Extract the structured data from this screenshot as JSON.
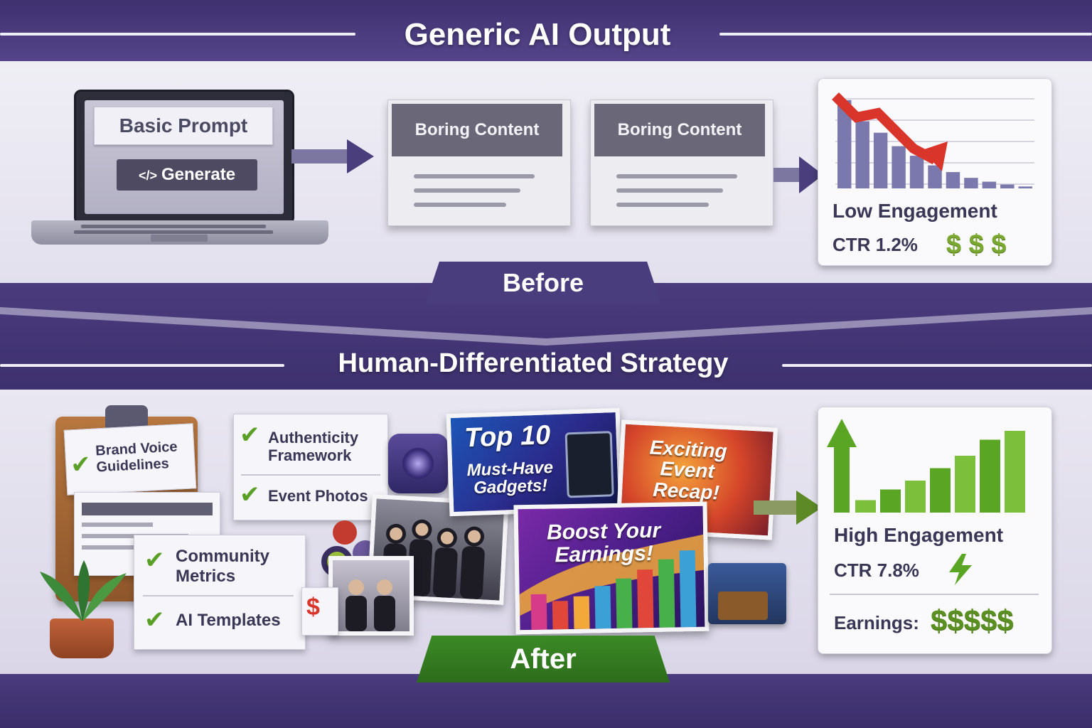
{
  "before": {
    "title": "Generic AI Output",
    "prompt_label": "Basic Prompt",
    "generate_icon": "</>",
    "generate_label": "Generate",
    "cards": [
      "Boring Content",
      "Boring Content"
    ],
    "stat_title": "Low Engagement",
    "ctr": "CTR 1.2%",
    "money": "$ $ $",
    "badge": "Before",
    "chart_data": {
      "type": "bar",
      "values": [
        92,
        70,
        58,
        44,
        34,
        24,
        17,
        11,
        7,
        4,
        2
      ],
      "trend": "down"
    }
  },
  "after": {
    "title": "Human-Differentiated Strategy",
    "checklist_left": {
      "item1": "Brand Voice Guidelines",
      "item3": "Community Metrics",
      "item4": "AI Templates"
    },
    "checklist_mid": {
      "item1": "Authenticity Framework",
      "item2": "Event Photos"
    },
    "thumb_top10": "Top 10",
    "thumb_gadgets": "Must-Have Gadgets!",
    "thumb_recap": "Exciting Event Recap!",
    "thumb_boost": "Boost Your Earnings!",
    "stat_title": "High Engagement",
    "ctr": "CTR 7.8%",
    "earnings_label": "Earnings:",
    "earnings_money": "$$$$$",
    "badge": "After",
    "chart_data": {
      "type": "bar",
      "values": [
        14,
        26,
        36,
        50,
        64,
        82,
        92
      ],
      "trend": "up"
    }
  },
  "colors": {
    "purple_band": "#4a3c7e",
    "trend_down": "#d9352a",
    "trend_up": "#5aa524",
    "money_green": "#7aa830"
  }
}
